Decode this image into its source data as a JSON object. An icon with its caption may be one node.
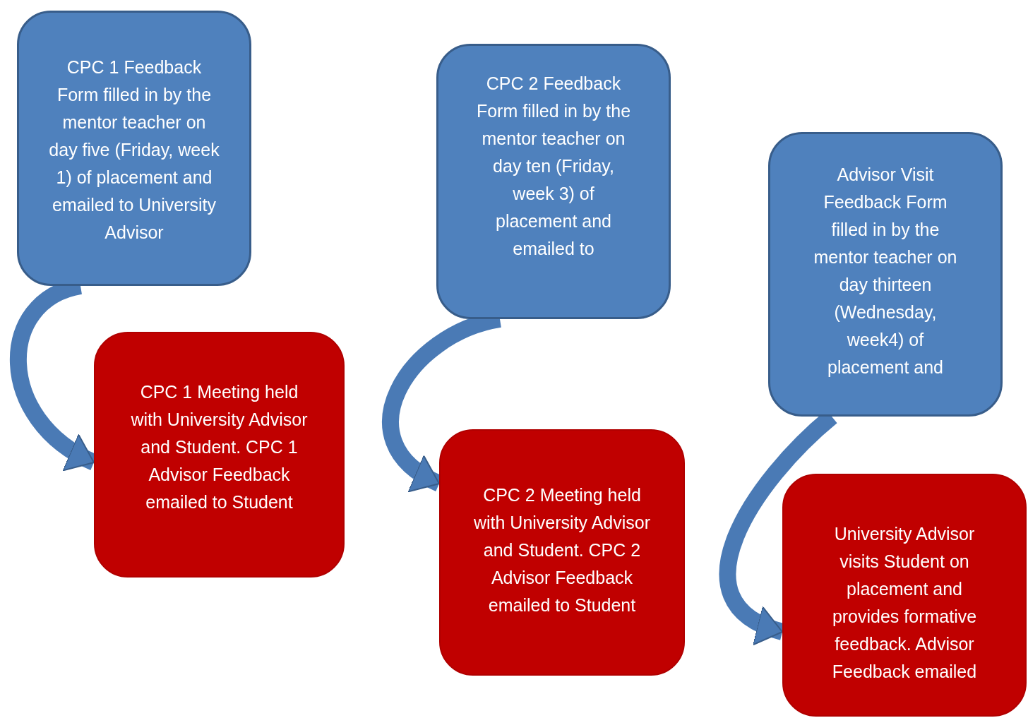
{
  "diagram": {
    "nodes": [
      {
        "text": [
          "CPC 1 Feedback Form filled in by the mentor teacher on day five (Friday, week 1) of placement and emailed to University Advisor"
        ]
      },
      {
        "text": [
          "CPC 1 Meeting held with University Advisor and Student. CPC 1 Advisor Feedback emailed to Student"
        ]
      },
      {
        "text": [
          "CPC 2 Feedback Form filled in by the mentor teacher on day ten (Friday, week 3) of placement and emailed to"
        ]
      },
      {
        "text": [
          "CPC 2 Meeting held with University Advisor and Student. CPC 2 Advisor Feedback emailed to Student"
        ]
      },
      {
        "text": [
          "Advisor Visit Feedback Form filled in by the mentor teacher on day thirteen (Wednesday, week4) of placement and"
        ]
      },
      {
        "text": [
          "University Advisor visits Student on placement and provides formative feedback. Advisor Feedback emailed"
        ]
      }
    ],
    "edges": [
      {
        "from": 0,
        "to": 1,
        "arrow": "to"
      },
      {
        "from": 2,
        "to": 3,
        "arrow": "to"
      },
      {
        "from": 4,
        "to": 5,
        "arrow": "to"
      }
    ]
  }
}
